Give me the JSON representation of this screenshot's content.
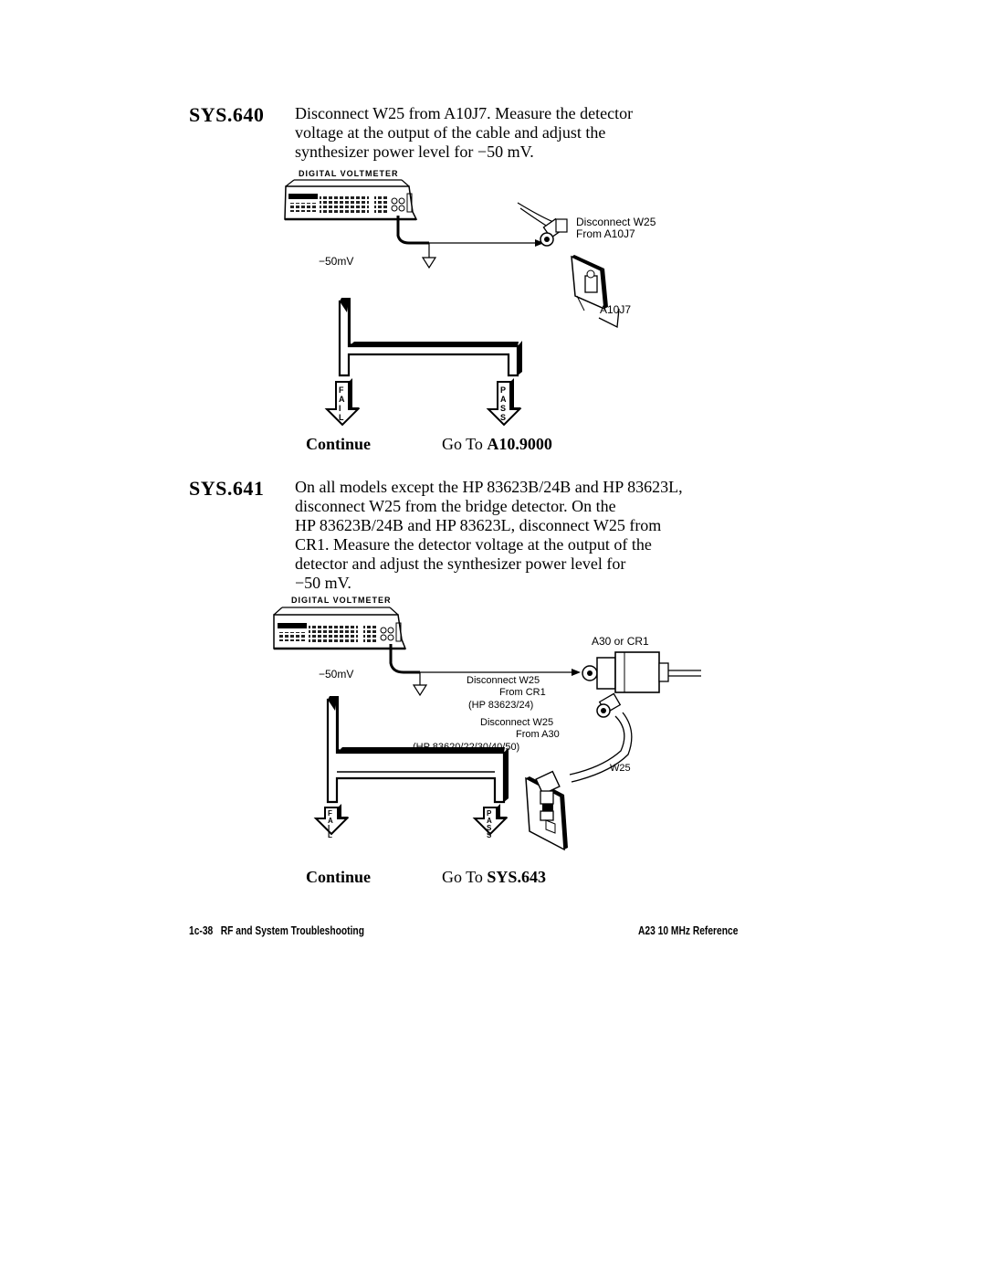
{
  "steps": [
    {
      "id": "SYS.640",
      "lines": [
        "Disconnect W25 from A10J7. Measure the detector",
        "voltage at the output of the cable and adjust the",
        "synthesizer power level for −50 mV."
      ],
      "diagram": {
        "instrument_label": "DIGITAL VOLTMETER",
        "reading": "−50mV",
        "callout_line1": "Disconnect  W25",
        "callout_line2": "From  A10J7",
        "connector_label": "A10J7",
        "fail_letters": [
          "F",
          "A",
          "I",
          "L"
        ],
        "pass_letters": [
          "P",
          "A",
          "S",
          "S"
        ]
      },
      "continue_label": "Continue",
      "goto_prefix": "Go To",
      "goto_target": "A10.9000"
    },
    {
      "id": "SYS.641",
      "lines": [
        "On all models except the HP 83623B/24B and HP 83623L,",
        "disconnect W25 from the bridge detector. On the",
        "HP 83623B/24B and HP 83623L, disconnect W25 from",
        "CR1. Measure the detector voltage at the output of the",
        "detector and adjust the synthesizer power level for",
        "−50 mV."
      ],
      "diagram": {
        "instrument_label": "DIGITAL VOLTMETER",
        "reading": "−50mV",
        "detector_label": "A30  or  CR1",
        "callout_a_line1": "Disconnect  W25",
        "callout_a_line2": "From  CR1",
        "callout_a_line3": "(HP  83623/24)",
        "callout_b_line1": "Disconnect  W25",
        "callout_b_line2": "From  A30",
        "callout_b_line3": "(HP  83620/22/30/40/50)",
        "cable_label": "W25",
        "fail_letters": [
          "F",
          "A",
          "I",
          "L"
        ],
        "pass_letters": [
          "P",
          "A",
          "S",
          "S"
        ]
      },
      "continue_label": "Continue",
      "goto_prefix": "Go To",
      "goto_target": "SYS.643"
    }
  ],
  "footer": {
    "page_number": "1c-38",
    "section_title": "RF and System Troubleshooting",
    "right_title": "A23 10 MHz Reference"
  }
}
